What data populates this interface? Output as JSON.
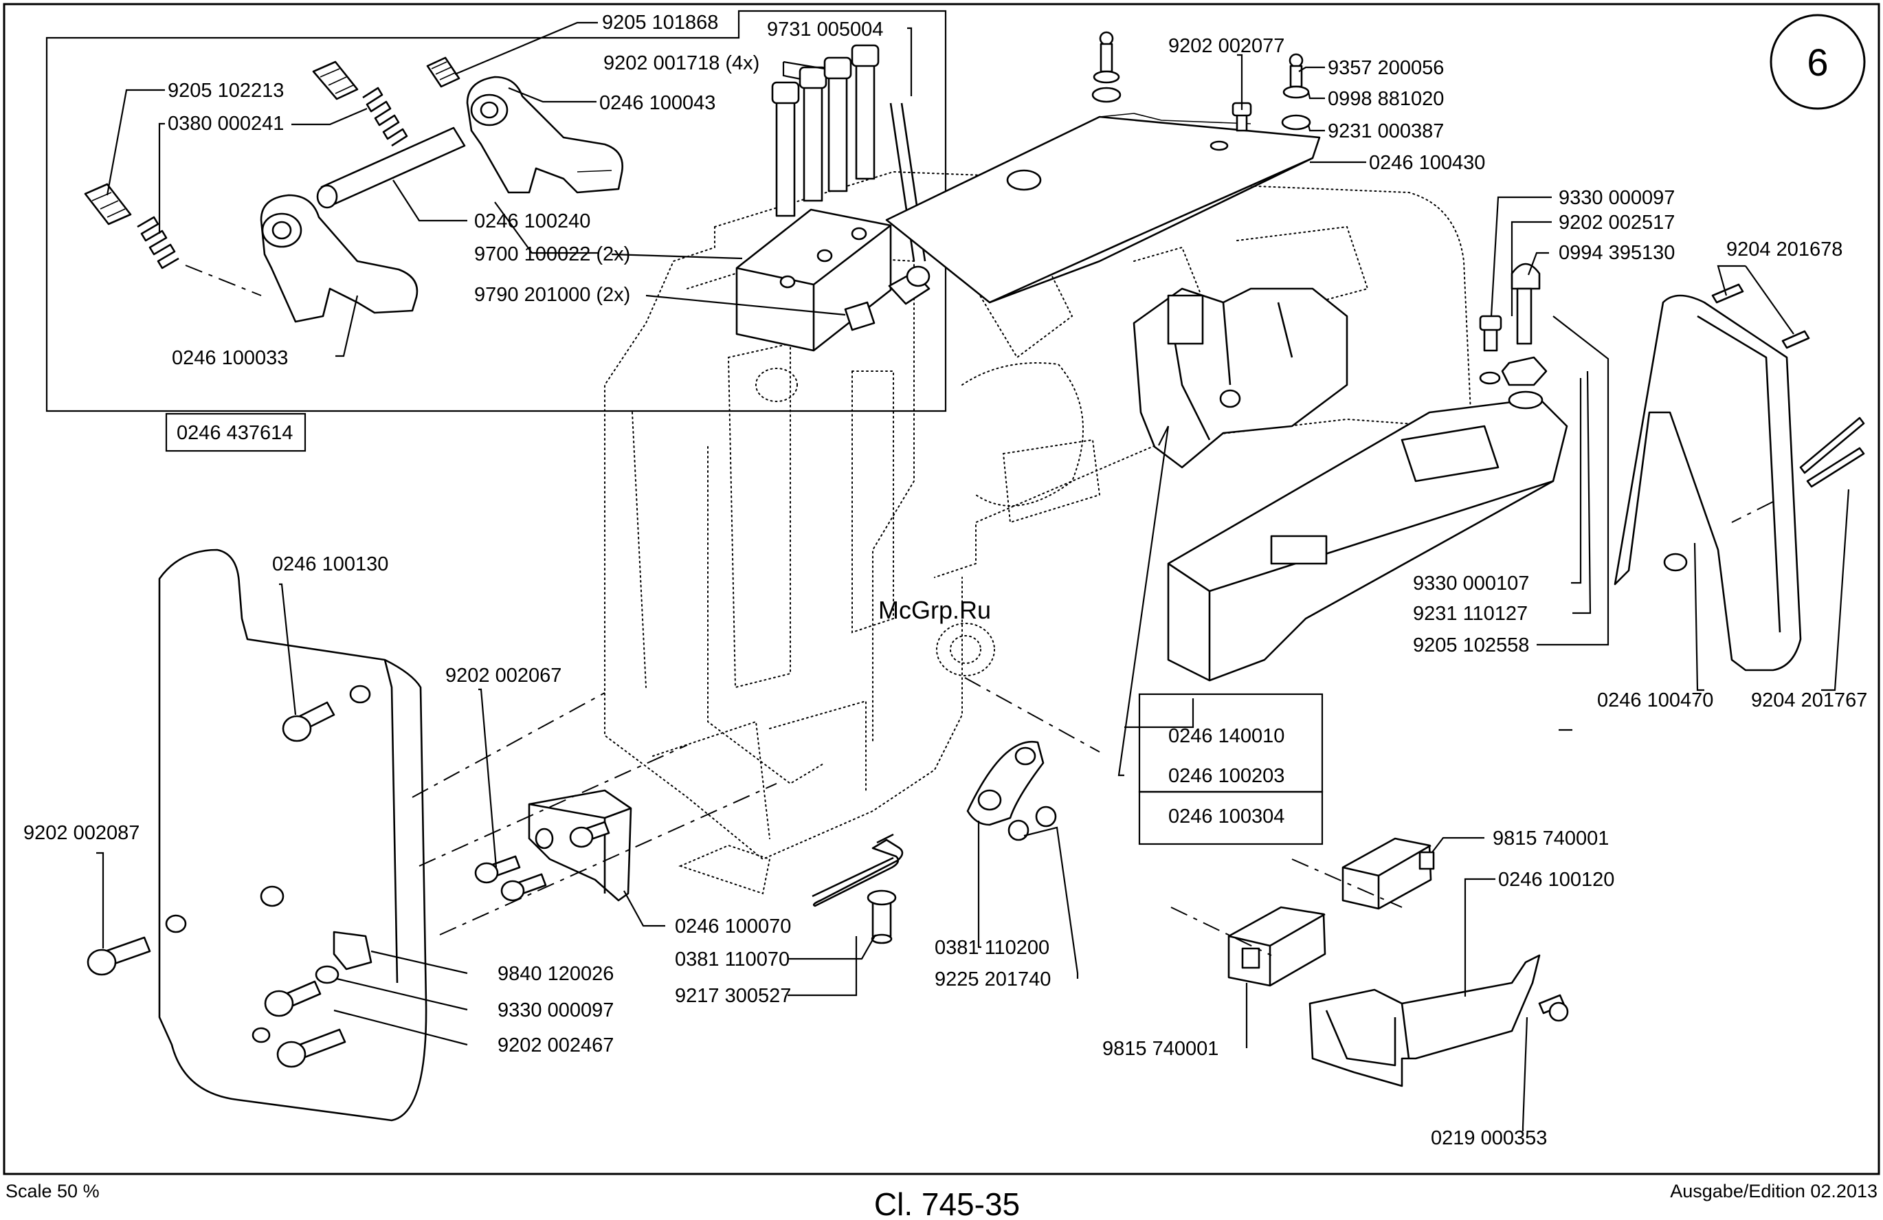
{
  "sheet_number": "6",
  "scale_text": "Scale 50 %",
  "model_text": "Cl. 745-35",
  "edition_text": "Ausgabe/Edition 02.2013",
  "watermark": "McGrp.Ru",
  "labels": {
    "p9205_101868": "9205 101868",
    "p9731_005004": "9731 005004",
    "p9202_001718": "9202 001718 (4x)",
    "p9205_102213": "9205 102213",
    "p0246_100043": "0246 100043",
    "p0380_000241": "0380 000241",
    "p0246_100240": "0246 100240",
    "p9700_100022": "9700 100022 (2x)",
    "p9790_201000": "9790 201000 (2x)",
    "p0246_100033": "0246 100033",
    "p0246_437614": "0246 437614",
    "p9202_002077": "9202 002077",
    "p9357_200056": "9357 200056",
    "p0998_881020": "0998 881020",
    "p9231_000387": "9231 000387",
    "p0246_100430": "0246 100430",
    "p9330_000097a": "9330 000097",
    "p9202_002517": "9202 002517",
    "p0994_395130": "0994 395130",
    "p9204_201678": "9204 201678",
    "p9330_000107": "9330 000107",
    "p9231_110127": "9231 110127",
    "p9205_102558": "9205 102558",
    "p0246_100470": "0246 100470",
    "p9204_201767": "9204 201767",
    "p0246_100130": "0246 100130",
    "p9202_002067": "9202 002067",
    "p0246_140010": "0246 140010",
    "p0246_100203": "0246 100203",
    "p0246_100304": "0246 100304",
    "p9202_002087": "9202 002087",
    "p0246_100070": "0246 100070",
    "p0381_110070": "0381 110070",
    "p9217_300527": "9217 300527",
    "p0381_110200": "0381 110200",
    "p9225_201740": "9225 201740",
    "p9815_740001a": "9815 740001",
    "p0246_100120": "0246 100120",
    "p9840_120026": "9840 120026",
    "p9330_000097b": "9330 000097",
    "p9202_002467": "9202 002467",
    "p9815_740001b": "9815 740001",
    "p0219_000353": "0219 000353"
  }
}
